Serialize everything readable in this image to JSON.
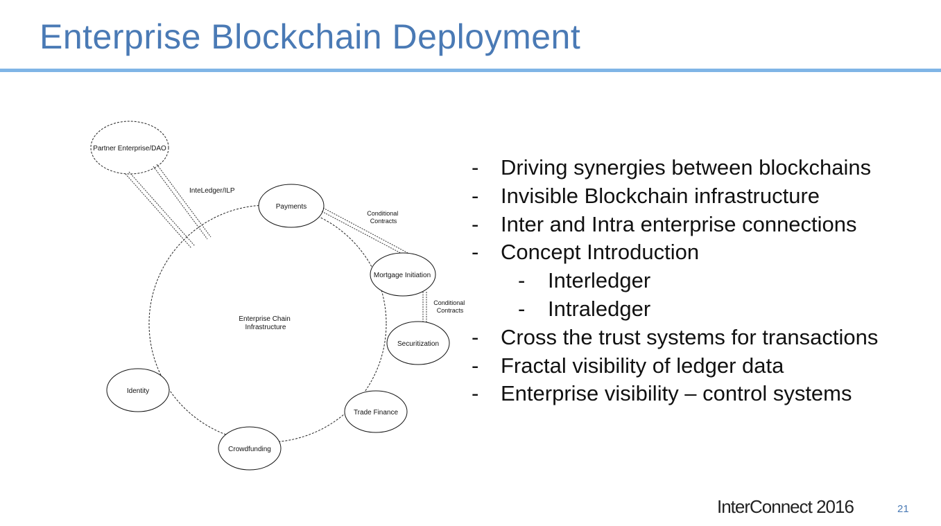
{
  "slide": {
    "title": "Enterprise Blockchain Deployment",
    "footer_brand": "InterConnect 2016",
    "page_number": "21"
  },
  "diagram": {
    "center": {
      "label_line1": "Enterprise Chain",
      "label_line2": "Infrastructure"
    },
    "nodes": {
      "partner": "Partner Enterprise/DAO",
      "payments": "Payments",
      "mortgage": "Mortgage Initiation",
      "securitization": "Securitization",
      "trade_finance": "Trade Finance",
      "crowdfunding": "Crowdfunding",
      "identity": "Identity"
    },
    "links": {
      "interledger": "InteLedger/ILP",
      "conditional1_line1": "Conditional",
      "conditional1_line2": "Contracts",
      "conditional2_line1": "Conditional",
      "conditional2_line2": "Contracts"
    }
  },
  "bullets": [
    {
      "dash": "-",
      "text": "Driving synergies between blockchains"
    },
    {
      "dash": "-",
      "text": "Invisible Blockchain infrastructure"
    },
    {
      "dash": "-",
      "text": "Inter and Intra enterprise connections"
    },
    {
      "dash": "-",
      "text": "Concept Introduction"
    },
    {
      "dash": "-",
      "text": "Interledger"
    },
    {
      "dash": "-",
      "text": "Intraledger"
    },
    {
      "dash": "-",
      "text": "Cross the trust systems for transactions"
    },
    {
      "dash": "-",
      "text": "Fractal visibility of ledger data"
    },
    {
      "dash": "-",
      "text": "Enterprise visibility – control systems"
    }
  ],
  "colors": {
    "title": "#4a7ab5",
    "rule": "#7fb5e6"
  }
}
